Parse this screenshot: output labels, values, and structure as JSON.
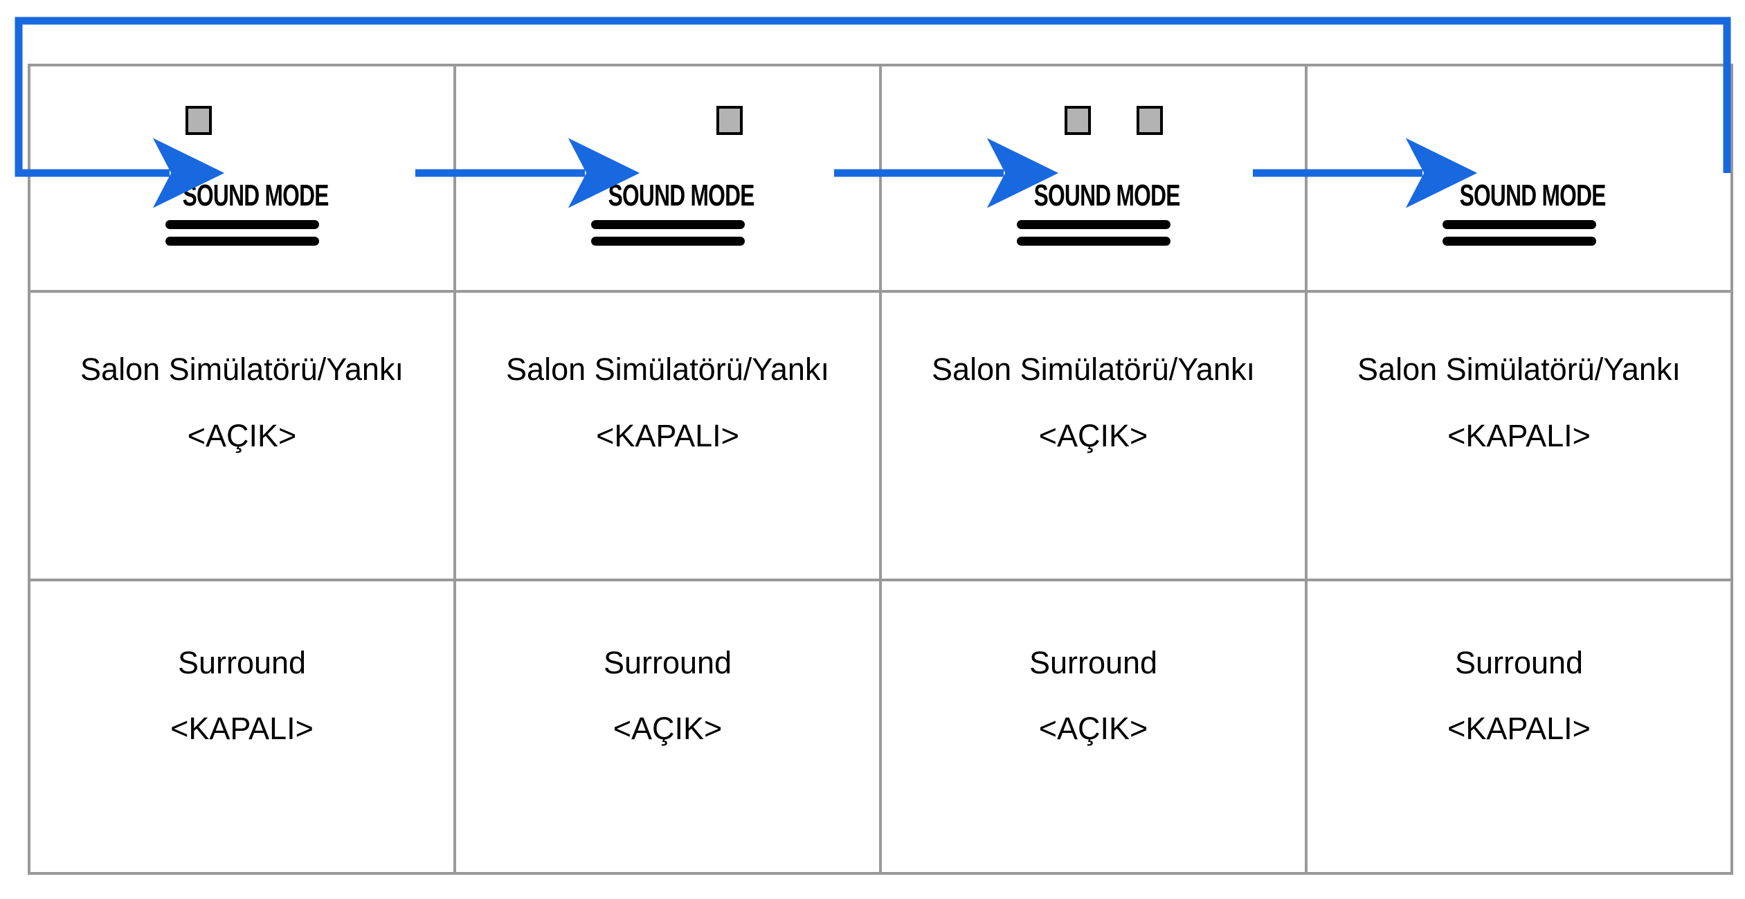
{
  "diagram": {
    "title_text": "SOUND MODE",
    "accent_color": "#1868E0",
    "border_color": "#999999",
    "chip_color": "#b3b3b3",
    "button_label": "SOUND MODE",
    "loop_arrow_label": "loop-back-arrow",
    "rows": {
      "row1_name": "sound-mode-button-row",
      "row2_name": "hall-simulator-echo-row",
      "row3_name": "surround-row"
    },
    "steps": [
      {
        "step": 1,
        "indicator_count": 1,
        "button": "SOUND MODE",
        "hall_label": "Salon Simülatörü/Yankı",
        "hall_state": "<AÇIK>",
        "surround_label": "Surround",
        "surround_state": "<KAPALI>"
      },
      {
        "step": 2,
        "indicator_count": 1,
        "button": "SOUND MODE",
        "hall_label": "Salon Simülatörü/Yankı",
        "hall_state": "<KAPALI>",
        "surround_label": "Surround",
        "surround_state": "<AÇIK>"
      },
      {
        "step": 3,
        "indicator_count": 2,
        "button": "SOUND MODE",
        "hall_label": "Salon Simülatörü/Yankı",
        "hall_state": "<AÇIK>",
        "surround_label": "Surround",
        "surround_state": "<AÇIK>"
      },
      {
        "step": 4,
        "indicator_count": 0,
        "button": "SOUND MODE",
        "hall_label": "Salon Simülatörü/Yankı",
        "hall_state": "<KAPALI>",
        "surround_label": "Surround",
        "surround_state": "<KAPALI>"
      }
    ]
  }
}
